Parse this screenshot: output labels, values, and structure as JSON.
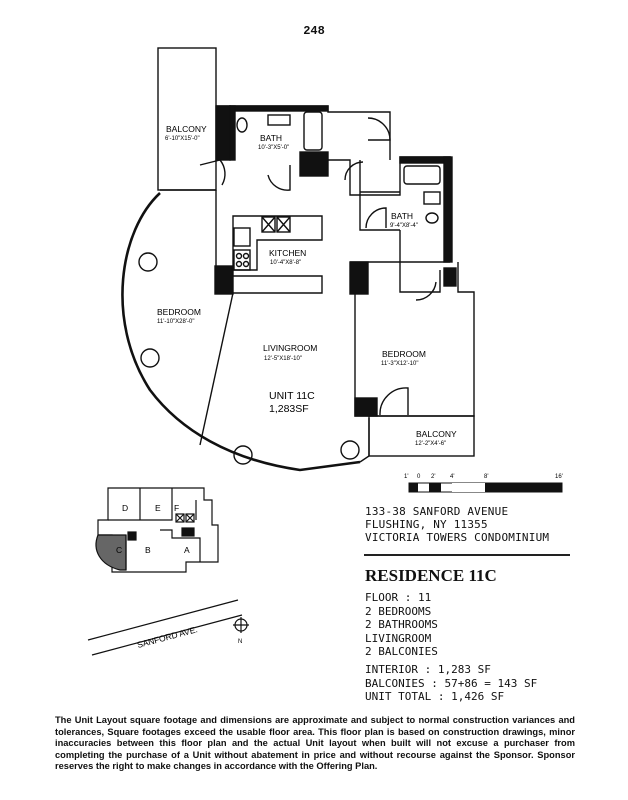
{
  "page_number": "248",
  "plan": {
    "rooms": {
      "balcony_left": {
        "name": "BALCONY",
        "dims": "6'-10\"X15'-0\""
      },
      "bath_top": {
        "name": "BATH",
        "dims": "10'-3\"X5'-0\""
      },
      "kitchen": {
        "name": "KITCHEN",
        "dims": "10'-4\"X8'-8\""
      },
      "bath_right": {
        "name": "BATH",
        "dims": "9'-4\"X8'-4\""
      },
      "bedroom_left": {
        "name": "BEDROOM",
        "dims": "11'-10\"X28'-0\""
      },
      "livingroom": {
        "name": "LIVINGROOM",
        "dims": "12'-5\"X18'-10\""
      },
      "bedroom_right": {
        "name": "BEDROOM",
        "dims": "11'-3\"X12'-10\""
      },
      "balcony_right": {
        "name": "BALCONY",
        "dims": "12'-2\"X4'-6\""
      }
    },
    "unit_name": "UNIT 11C",
    "unit_area": "1,283SF"
  },
  "scale_bar": {
    "ticks": [
      "1'",
      "0",
      "2'",
      "4'",
      "8'",
      "16'"
    ]
  },
  "keyplan": {
    "units": [
      "D",
      "E",
      "F",
      "C",
      "B",
      "A"
    ],
    "street": "SANFORD AVE.",
    "north": "N"
  },
  "address": {
    "line1": "133-38 SANFORD AVENUE",
    "line2": "FLUSHING, NY 11355",
    "line3": "VICTORIA TOWERS CONDOMINIUM"
  },
  "residence_title": "RESIDENCE 11C",
  "facts": {
    "floor": "FLOOR : 11",
    "bedrooms": "2 BEDROOMS",
    "bathrooms": "2 BATHROOMS",
    "livingroom": "LIVINGROOM",
    "balconies": "2 BALCONIES"
  },
  "areas": {
    "interior": "INTERIOR : 1,283 SF",
    "balconies": "BALCONIES : 57+86 = 143 SF",
    "total": "UNIT TOTAL : 1,426 SF"
  },
  "disclaimer": "The Unit Layout square footage and dimensions are approximate and subject to normal construction variances and tolerances, Square footages exceed the usable floor area. This floor plan is based on construction drawings, minor inaccuracies between this floor plan and the actual Unit layout when built will not excuse a purchaser from completing the purchase of a Unit without abatement in price and without recourse against the Sponsor. Sponsor reserves the right to make changes in accordance with the Offering Plan."
}
